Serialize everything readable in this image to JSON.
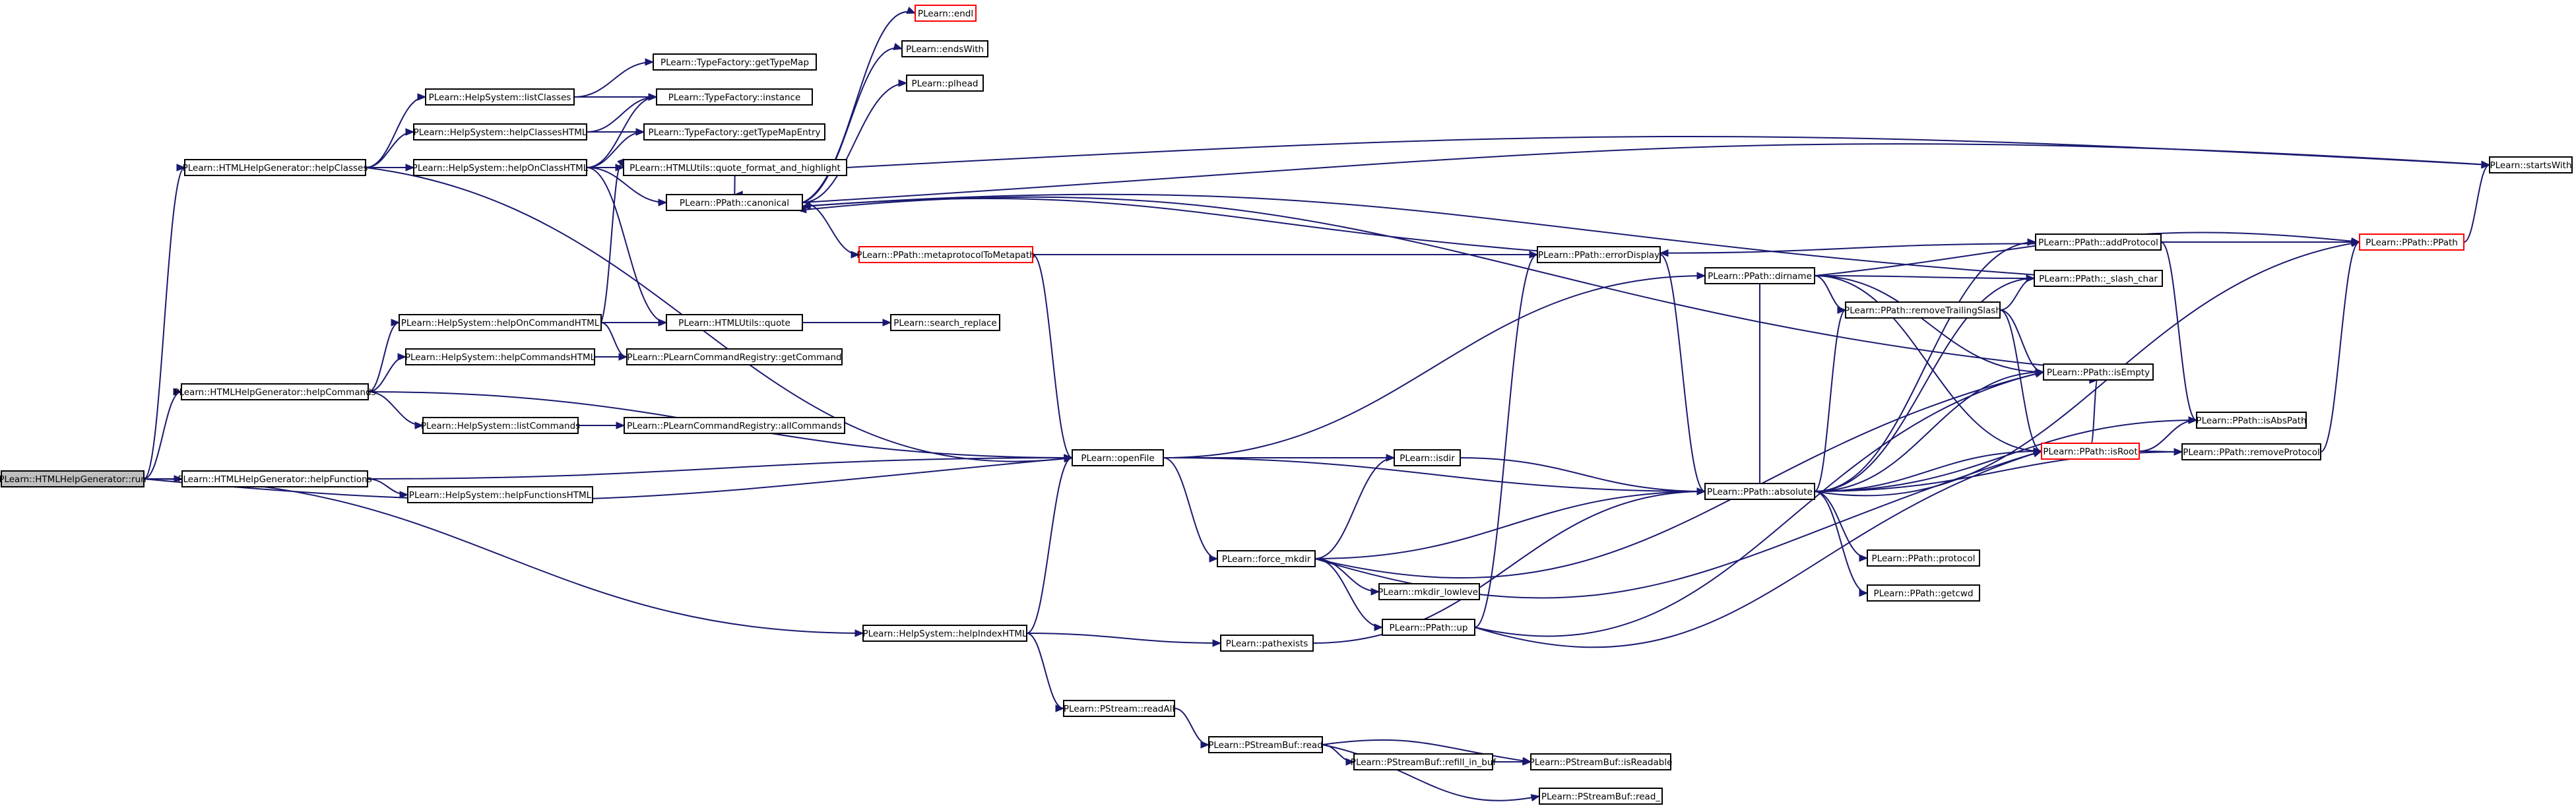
{
  "diagram": {
    "edge_color": "#191970",
    "highlight_border_color": "#ff0000",
    "root_fill_color": "#bfbfbf",
    "nodes": [
      {
        "id": "run",
        "label": "PLearn::HTMLHelpGenerator::run",
        "style": "root"
      },
      {
        "id": "helpClasses",
        "label": "PLearn::HTMLHelpGenerator::helpClasses"
      },
      {
        "id": "helpCommands",
        "label": "PLearn::HTMLHelpGenerator::helpCommands"
      },
      {
        "id": "helpFunctions",
        "label": "PLearn::HTMLHelpGenerator::helpFunctions"
      },
      {
        "id": "listClasses",
        "label": "PLearn::HelpSystem::listClasses"
      },
      {
        "id": "helpClassesHTML",
        "label": "PLearn::HelpSystem::helpClassesHTML"
      },
      {
        "id": "helpOnClassHTML",
        "label": "PLearn::HelpSystem::helpOnClassHTML"
      },
      {
        "id": "helpOnCommandHTML",
        "label": "PLearn::HelpSystem::helpOnCommandHTML"
      },
      {
        "id": "helpCommandsHTML",
        "label": "PLearn::HelpSystem::helpCommandsHTML"
      },
      {
        "id": "listCommands",
        "label": "PLearn::HelpSystem::listCommands"
      },
      {
        "id": "helpFunctionsHTML",
        "label": "PLearn::HelpSystem::helpFunctionsHTML"
      },
      {
        "id": "helpIndexHTML",
        "label": "PLearn::HelpSystem::helpIndexHTML"
      },
      {
        "id": "getTypeMap",
        "label": "PLearn::TypeFactory::getTypeMap"
      },
      {
        "id": "instance",
        "label": "PLearn::TypeFactory::instance"
      },
      {
        "id": "getTypeMapEntry",
        "label": "PLearn::TypeFactory::getTypeMapEntry"
      },
      {
        "id": "quote_format",
        "label": "PLearn::HTMLUtils::quote_format_and_highlight"
      },
      {
        "id": "canonical",
        "label": "PLearn::PPath::canonical"
      },
      {
        "id": "quote",
        "label": "PLearn::HTMLUtils::quote"
      },
      {
        "id": "getCommand",
        "label": "PLearn::PLearnCommandRegistry::getCommand"
      },
      {
        "id": "allCommands",
        "label": "PLearn::PLearnCommandRegistry::allCommands"
      },
      {
        "id": "endl",
        "label": "PLearn::endl",
        "style": "red"
      },
      {
        "id": "endsWith",
        "label": "PLearn::endsWith"
      },
      {
        "id": "plhead",
        "label": "PLearn::plhead"
      },
      {
        "id": "metaprotocol",
        "label": "PLearn::PPath::metaprotocolToMetapath",
        "style": "red"
      },
      {
        "id": "search_replace",
        "label": "PLearn::search_replace"
      },
      {
        "id": "openFile",
        "label": "PLearn::openFile"
      },
      {
        "id": "isdir",
        "label": "PLearn::isdir"
      },
      {
        "id": "force_mkdir",
        "label": "PLearn::force_mkdir"
      },
      {
        "id": "mkdir_lowlevel",
        "label": "PLearn::mkdir_lowlevel"
      },
      {
        "id": "up",
        "label": "PLearn::PPath::up"
      },
      {
        "id": "pathexists",
        "label": "PLearn::pathexists"
      },
      {
        "id": "readAll",
        "label": "PLearn::PStream::readAll"
      },
      {
        "id": "psb_read",
        "label": "PLearn::PStreamBuf::read"
      },
      {
        "id": "refill_in_buf",
        "label": "PLearn::PStreamBuf::refill_in_buf"
      },
      {
        "id": "isReadable",
        "label": "PLearn::PStreamBuf::isReadable"
      },
      {
        "id": "read_",
        "label": "PLearn::PStreamBuf::read_"
      },
      {
        "id": "errorDisplay",
        "label": "PLearn::PPath::errorDisplay"
      },
      {
        "id": "dirname",
        "label": "PLearn::PPath::dirname"
      },
      {
        "id": "absolute",
        "label": "PLearn::PPath::absolute"
      },
      {
        "id": "addProtocol",
        "label": "PLearn::PPath::addProtocol"
      },
      {
        "id": "slash_char",
        "label": "PLearn::PPath::_slash_char"
      },
      {
        "id": "removeTrailingSlash",
        "label": "PLearn::PPath::removeTrailingSlash"
      },
      {
        "id": "isEmpty",
        "label": "PLearn::PPath::isEmpty"
      },
      {
        "id": "isRoot",
        "label": "PLearn::PPath::isRoot",
        "style": "red"
      },
      {
        "id": "removeProtocol",
        "label": "PLearn::PPath::removeProtocol"
      },
      {
        "id": "isAbsPath",
        "label": "PLearn::PPath::isAbsPath"
      },
      {
        "id": "protocol",
        "label": "PLearn::PPath::protocol"
      },
      {
        "id": "getcwd",
        "label": "PLearn::PPath::getcwd"
      },
      {
        "id": "PPath",
        "label": "PLearn::PPath::PPath",
        "style": "red"
      },
      {
        "id": "startsWith",
        "label": "PLearn::startsWith"
      }
    ],
    "edges": [
      [
        "run",
        "helpClasses"
      ],
      [
        "run",
        "helpCommands"
      ],
      [
        "run",
        "helpFunctions"
      ],
      [
        "run",
        "openFile"
      ],
      [
        "run",
        "helpIndexHTML"
      ],
      [
        "helpClasses",
        "listClasses"
      ],
      [
        "helpClasses",
        "helpClassesHTML"
      ],
      [
        "helpClasses",
        "helpOnClassHTML"
      ],
      [
        "helpClasses",
        "openFile"
      ],
      [
        "listClasses",
        "getTypeMap"
      ],
      [
        "listClasses",
        "instance"
      ],
      [
        "helpClassesHTML",
        "instance"
      ],
      [
        "helpClassesHTML",
        "getTypeMapEntry"
      ],
      [
        "helpOnClassHTML",
        "instance"
      ],
      [
        "helpOnClassHTML",
        "getTypeMapEntry"
      ],
      [
        "helpOnClassHTML",
        "quote_format"
      ],
      [
        "helpOnClassHTML",
        "canonical"
      ],
      [
        "helpOnClassHTML",
        "quote"
      ],
      [
        "quote_format",
        "canonical"
      ],
      [
        "quote_format",
        "startsWith"
      ],
      [
        "canonical",
        "endl"
      ],
      [
        "canonical",
        "endsWith"
      ],
      [
        "canonical",
        "plhead"
      ],
      [
        "canonical",
        "metaprotocol"
      ],
      [
        "canonical",
        "startsWith"
      ],
      [
        "metaprotocol",
        "errorDisplay"
      ],
      [
        "metaprotocol",
        "openFile"
      ],
      [
        "helpCommands",
        "helpOnCommandHTML"
      ],
      [
        "helpCommands",
        "helpCommandsHTML"
      ],
      [
        "helpCommands",
        "listCommands"
      ],
      [
        "helpCommands",
        "openFile"
      ],
      [
        "helpOnCommandHTML",
        "quote"
      ],
      [
        "helpOnCommandHTML",
        "getCommand"
      ],
      [
        "helpOnCommandHTML",
        "quote_format"
      ],
      [
        "helpCommandsHTML",
        "getCommand"
      ],
      [
        "listCommands",
        "allCommands"
      ],
      [
        "quote",
        "search_replace"
      ],
      [
        "helpFunctions",
        "helpFunctionsHTML"
      ],
      [
        "helpFunctions",
        "openFile"
      ],
      [
        "helpIndexHTML",
        "openFile"
      ],
      [
        "helpIndexHTML",
        "pathexists"
      ],
      [
        "helpIndexHTML",
        "readAll"
      ],
      [
        "openFile",
        "dirname"
      ],
      [
        "openFile",
        "isdir"
      ],
      [
        "openFile",
        "absolute"
      ],
      [
        "openFile",
        "force_mkdir"
      ],
      [
        "isdir",
        "absolute"
      ],
      [
        "force_mkdir",
        "isdir"
      ],
      [
        "force_mkdir",
        "absolute"
      ],
      [
        "force_mkdir",
        "mkdir_lowlevel"
      ],
      [
        "force_mkdir",
        "up"
      ],
      [
        "force_mkdir",
        "isEmpty"
      ],
      [
        "force_mkdir",
        "isRoot"
      ],
      [
        "up",
        "errorDisplay"
      ],
      [
        "up",
        "isEmpty"
      ],
      [
        "up",
        "isRoot"
      ],
      [
        "pathexists",
        "absolute"
      ],
      [
        "readAll",
        "psb_read"
      ],
      [
        "psb_read",
        "refill_in_buf"
      ],
      [
        "psb_read",
        "isReadable"
      ],
      [
        "psb_read",
        "read_"
      ],
      [
        "refill_in_buf",
        "isReadable"
      ],
      [
        "errorDisplay",
        "canonical"
      ],
      [
        "errorDisplay",
        "absolute"
      ],
      [
        "dirname",
        "removeTrailingSlash"
      ],
      [
        "dirname",
        "isEmpty"
      ],
      [
        "dirname",
        "isRoot"
      ],
      [
        "dirname",
        "slash_char"
      ],
      [
        "dirname",
        "PPath"
      ],
      [
        "absolute",
        "dirname"
      ],
      [
        "absolute",
        "removeTrailingSlash"
      ],
      [
        "absolute",
        "isEmpty"
      ],
      [
        "absolute",
        "isRoot"
      ],
      [
        "absolute",
        "addProtocol"
      ],
      [
        "absolute",
        "slash_char"
      ],
      [
        "absolute",
        "removeProtocol"
      ],
      [
        "absolute",
        "isAbsPath"
      ],
      [
        "absolute",
        "protocol"
      ],
      [
        "absolute",
        "getcwd"
      ],
      [
        "absolute",
        "PPath"
      ],
      [
        "addProtocol",
        "errorDisplay"
      ],
      [
        "addProtocol",
        "PPath"
      ],
      [
        "addProtocol",
        "isAbsPath"
      ],
      [
        "slash_char",
        "canonical"
      ],
      [
        "removeTrailingSlash",
        "isEmpty"
      ],
      [
        "removeTrailingSlash",
        "isRoot"
      ],
      [
        "removeTrailingSlash",
        "slash_char"
      ],
      [
        "isEmpty",
        "canonical"
      ],
      [
        "isRoot",
        "isAbsPath"
      ],
      [
        "isRoot",
        "removeProtocol"
      ],
      [
        "isRoot",
        "isEmpty"
      ],
      [
        "removeProtocol",
        "PPath"
      ],
      [
        "PPath",
        "startsWith"
      ]
    ]
  }
}
